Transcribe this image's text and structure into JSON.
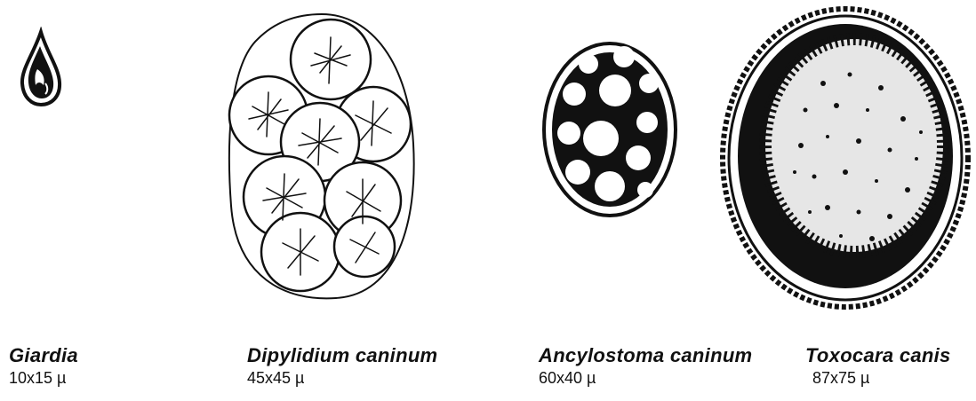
{
  "organisms": [
    {
      "name": "Giardia",
      "size": "10x15 µ"
    },
    {
      "name": "Dipylidium caninum",
      "size": "45x45 µ"
    },
    {
      "name": "Ancylostoma caninum",
      "size": "60x40 µ"
    },
    {
      "name": "Toxocara canis",
      "size": "87x75 µ"
    }
  ],
  "colors": {
    "ink": "#111111",
    "paper": "#ffffff"
  },
  "icons": [
    "giardia-cyst-icon",
    "dipylidium-egg-packet-icon",
    "ancylostoma-egg-icon",
    "toxocara-egg-icon"
  ]
}
